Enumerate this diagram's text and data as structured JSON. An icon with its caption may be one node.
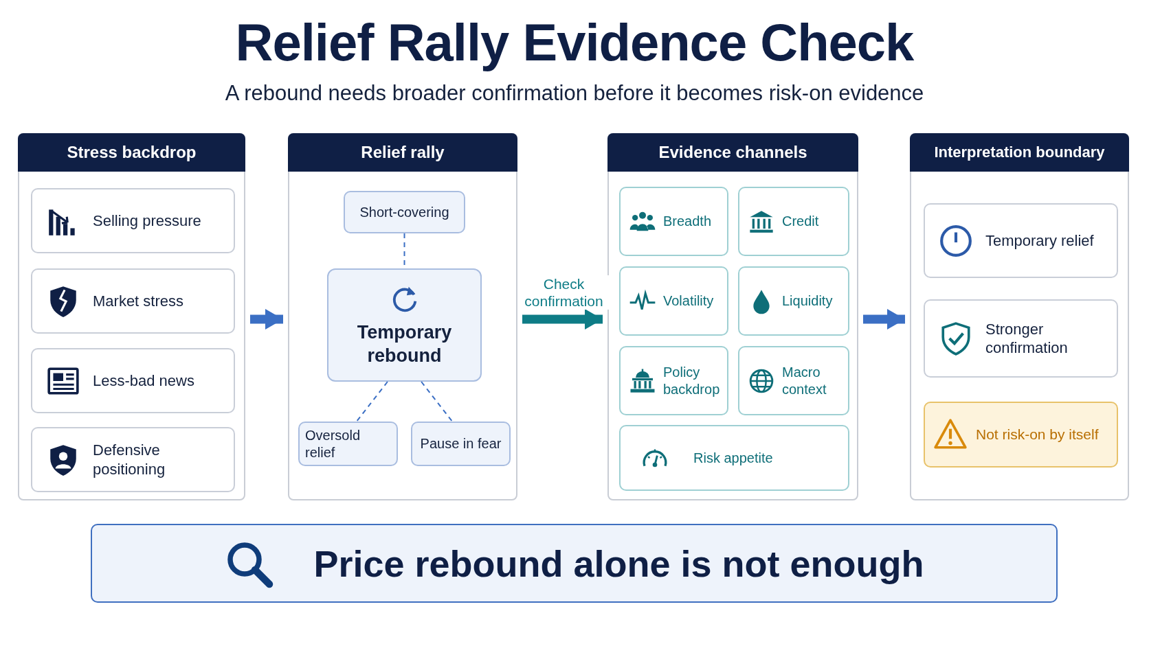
{
  "diagram": {
    "title": "Relief Rally Evidence Check",
    "nodes": [
      {
        "text": [
          "Stress backdrop"
        ]
      },
      {
        "text": [
          "Selling pressure"
        ],
        "in": 0
      },
      {
        "text": [
          "Market stress"
        ],
        "in": 0
      },
      {
        "text": [
          "Less-bad news"
        ],
        "in": 0
      },
      {
        "text": [
          "Defensive positioning"
        ],
        "in": 0
      },
      {
        "text": [
          "Relief rally"
        ]
      },
      {
        "text": [
          "Short-covering"
        ],
        "in": 5
      },
      {
        "text": [
          "Temporary rebound"
        ],
        "in": 5
      },
      {
        "text": [
          "Oversold relief"
        ],
        "in": 5
      },
      {
        "text": [
          "Pause in fear"
        ],
        "in": 5
      },
      {
        "text": [
          "Evidence channels"
        ]
      },
      {
        "text": [
          "Breadth"
        ],
        "in": 10
      },
      {
        "text": [
          "Credit"
        ],
        "in": 10
      },
      {
        "text": [
          "Volatility"
        ],
        "in": 10
      },
      {
        "text": [
          "Liquidity"
        ],
        "in": 10
      },
      {
        "text": [
          "Policy backdrop"
        ],
        "in": 10
      },
      {
        "text": [
          "Macro context"
        ],
        "in": 10
      },
      {
        "text": [
          "Risk appetite"
        ],
        "in": 10
      },
      {
        "text": [
          "Interpretation boundary"
        ]
      },
      {
        "text": [
          "Temporary relief"
        ],
        "in": 18
      },
      {
        "text": [
          "Stronger confirmation"
        ],
        "in": 18
      },
      {
        "text": [
          "Not risk-on by itself"
        ],
        "in": 18
      },
      {
        "text": [
          "Price rebound alone is not enough"
        ]
      }
    ],
    "edges": [
      {
        "from": 0,
        "to": 5,
        "arrow": "to",
        "style": "thick"
      },
      {
        "from": 5,
        "to": 10,
        "arrow": "to",
        "style": "thick",
        "label": "Check confirmation",
        "color": "#0e7c86"
      },
      {
        "from": 10,
        "to": 18,
        "arrow": "to",
        "style": "thick"
      },
      {
        "from": 6,
        "to": 7,
        "arrow": "none",
        "style": "dashed"
      },
      {
        "from": 7,
        "to": 8,
        "arrow": "none",
        "style": "dashed"
      },
      {
        "from": 7,
        "to": 9,
        "arrow": "none",
        "style": "dashed"
      }
    ],
    "labels": [
      "A rebound needs broader confirmation before it becomes risk-on evidence"
    ]
  }
}
